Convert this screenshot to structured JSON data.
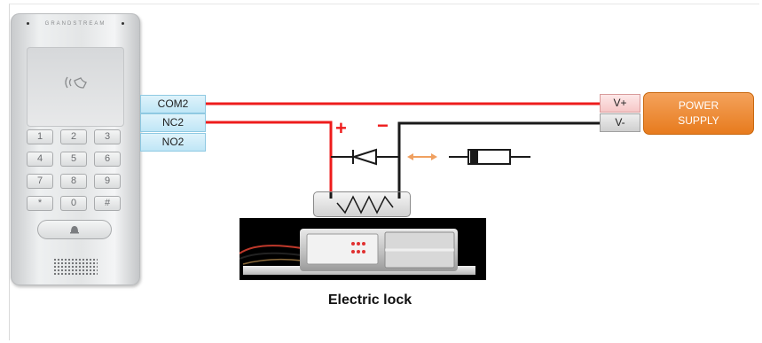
{
  "device": {
    "brand": "GRANDSTREAM",
    "keys": [
      "1",
      "2",
      "3",
      "4",
      "5",
      "6",
      "7",
      "8",
      "9",
      "*",
      "0",
      "#"
    ]
  },
  "terminals": {
    "com2": "COM2",
    "nc2": "NC2",
    "no2": "NO2"
  },
  "power_supply": {
    "label": "POWER\nSUPPLY",
    "v_plus": "V+",
    "v_minus": "V-"
  },
  "polarity": {
    "plus": "+",
    "minus": "−"
  },
  "lock": {
    "caption": "Electric lock"
  },
  "colors": {
    "positive_wire": "#ee1c1c",
    "negative_wire": "#1a1a1a",
    "power_supply": "#e77b1e",
    "terminal": "#bfe6f6",
    "arrow": "#f0a060"
  }
}
